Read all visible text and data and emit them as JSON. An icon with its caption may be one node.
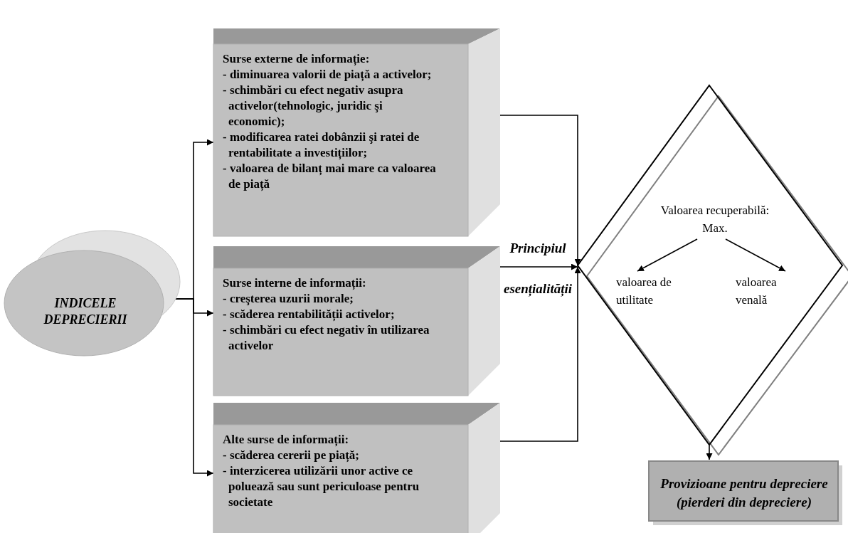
{
  "diagram": {
    "nodes": [
      {
        "text": [
          "INDICELE DEPRECIERII"
        ]
      },
      {
        "text": [
          "Surse externe de informație:",
          "- diminuarea valorii de piață a activelor;",
          "- schimbări cu efect negativ asupra activelor(tehnologic, juridic şi economic);",
          "- modificarea ratei dobânzii şi ratei de rentabilitate a investițiilor;",
          "- valoarea de bilanț mai mare ca valoarea de piață"
        ]
      },
      {
        "text": [
          "Surse interne de informații:",
          "- creşterea uzurii morale;",
          "- scăderea rentabilității activelor;",
          "- schimbări cu efect negativ în utilizarea activelor"
        ]
      },
      {
        "text": [
          "Alte surse de informații:",
          "- scăderea cererii pe piață;",
          "- interzicerea utilizării unor active ce poluează sau sunt periculoase pentru societate"
        ]
      },
      {
        "text": [],
        "shape": "diamond"
      },
      {
        "text": [
          "Valoarea recuperabilă: Max."
        ],
        "in": 4
      },
      {
        "text": [
          "valoarea de utilitate"
        ],
        "in": 4
      },
      {
        "text": [
          "valoarea venală"
        ],
        "in": 4
      },
      {
        "text": [
          "Provizioane pentru depreciere (pierderi din depreciere)"
        ]
      }
    ],
    "edges": [
      {
        "from": 0,
        "to": 1,
        "arrow": "to"
      },
      {
        "from": 0,
        "to": 2,
        "arrow": "to"
      },
      {
        "from": 0,
        "to": 3,
        "arrow": "to"
      },
      {
        "from": 1,
        "to": 4,
        "arrow": "to"
      },
      {
        "from": 2,
        "to": 4,
        "arrow": "to",
        "label": "Principiul esențialității"
      },
      {
        "from": 3,
        "to": 4,
        "arrow": "to"
      },
      {
        "from": 5,
        "to": 6,
        "arrow": "to"
      },
      {
        "from": 5,
        "to": 7,
        "arrow": "to"
      },
      {
        "from": 4,
        "to": 8,
        "arrow": "to"
      }
    ]
  }
}
